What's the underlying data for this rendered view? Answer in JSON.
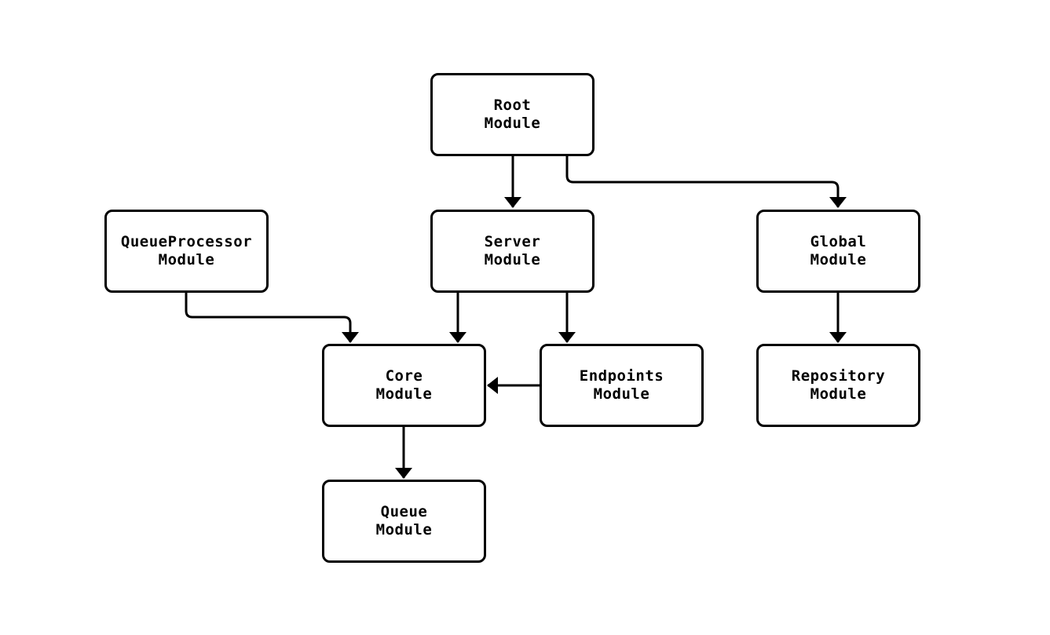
{
  "diagram": {
    "type": "flowchart",
    "background_color": "#ffffff",
    "node_fill_color": "#ffffff",
    "stroke_color": "#000000",
    "nodes": [
      {
        "id": "root",
        "line1": "Root",
        "line2": "Module"
      },
      {
        "id": "queueprocessor",
        "line1": "QueueProcessor",
        "line2": "Module"
      },
      {
        "id": "server",
        "line1": "Server",
        "line2": "Module"
      },
      {
        "id": "global",
        "line1": "Global",
        "line2": "Module"
      },
      {
        "id": "core",
        "line1": "Core",
        "line2": "Module"
      },
      {
        "id": "endpoints",
        "line1": "Endpoints",
        "line2": "Module"
      },
      {
        "id": "repository",
        "line1": "Repository",
        "line2": "Module"
      },
      {
        "id": "queue",
        "line1": "Queue",
        "line2": "Module"
      }
    ],
    "edges": [
      {
        "from": "Root Module",
        "to": "Server Module"
      },
      {
        "from": "Root Module",
        "to": "Global Module"
      },
      {
        "from": "QueueProcessor Module",
        "to": "Core Module"
      },
      {
        "from": "Server Module",
        "to": "Core Module"
      },
      {
        "from": "Server Module",
        "to": "Endpoints Module"
      },
      {
        "from": "Endpoints Module",
        "to": "Core Module"
      },
      {
        "from": "Global Module",
        "to": "Repository Module"
      },
      {
        "from": "Core Module",
        "to": "Queue Module"
      }
    ]
  }
}
